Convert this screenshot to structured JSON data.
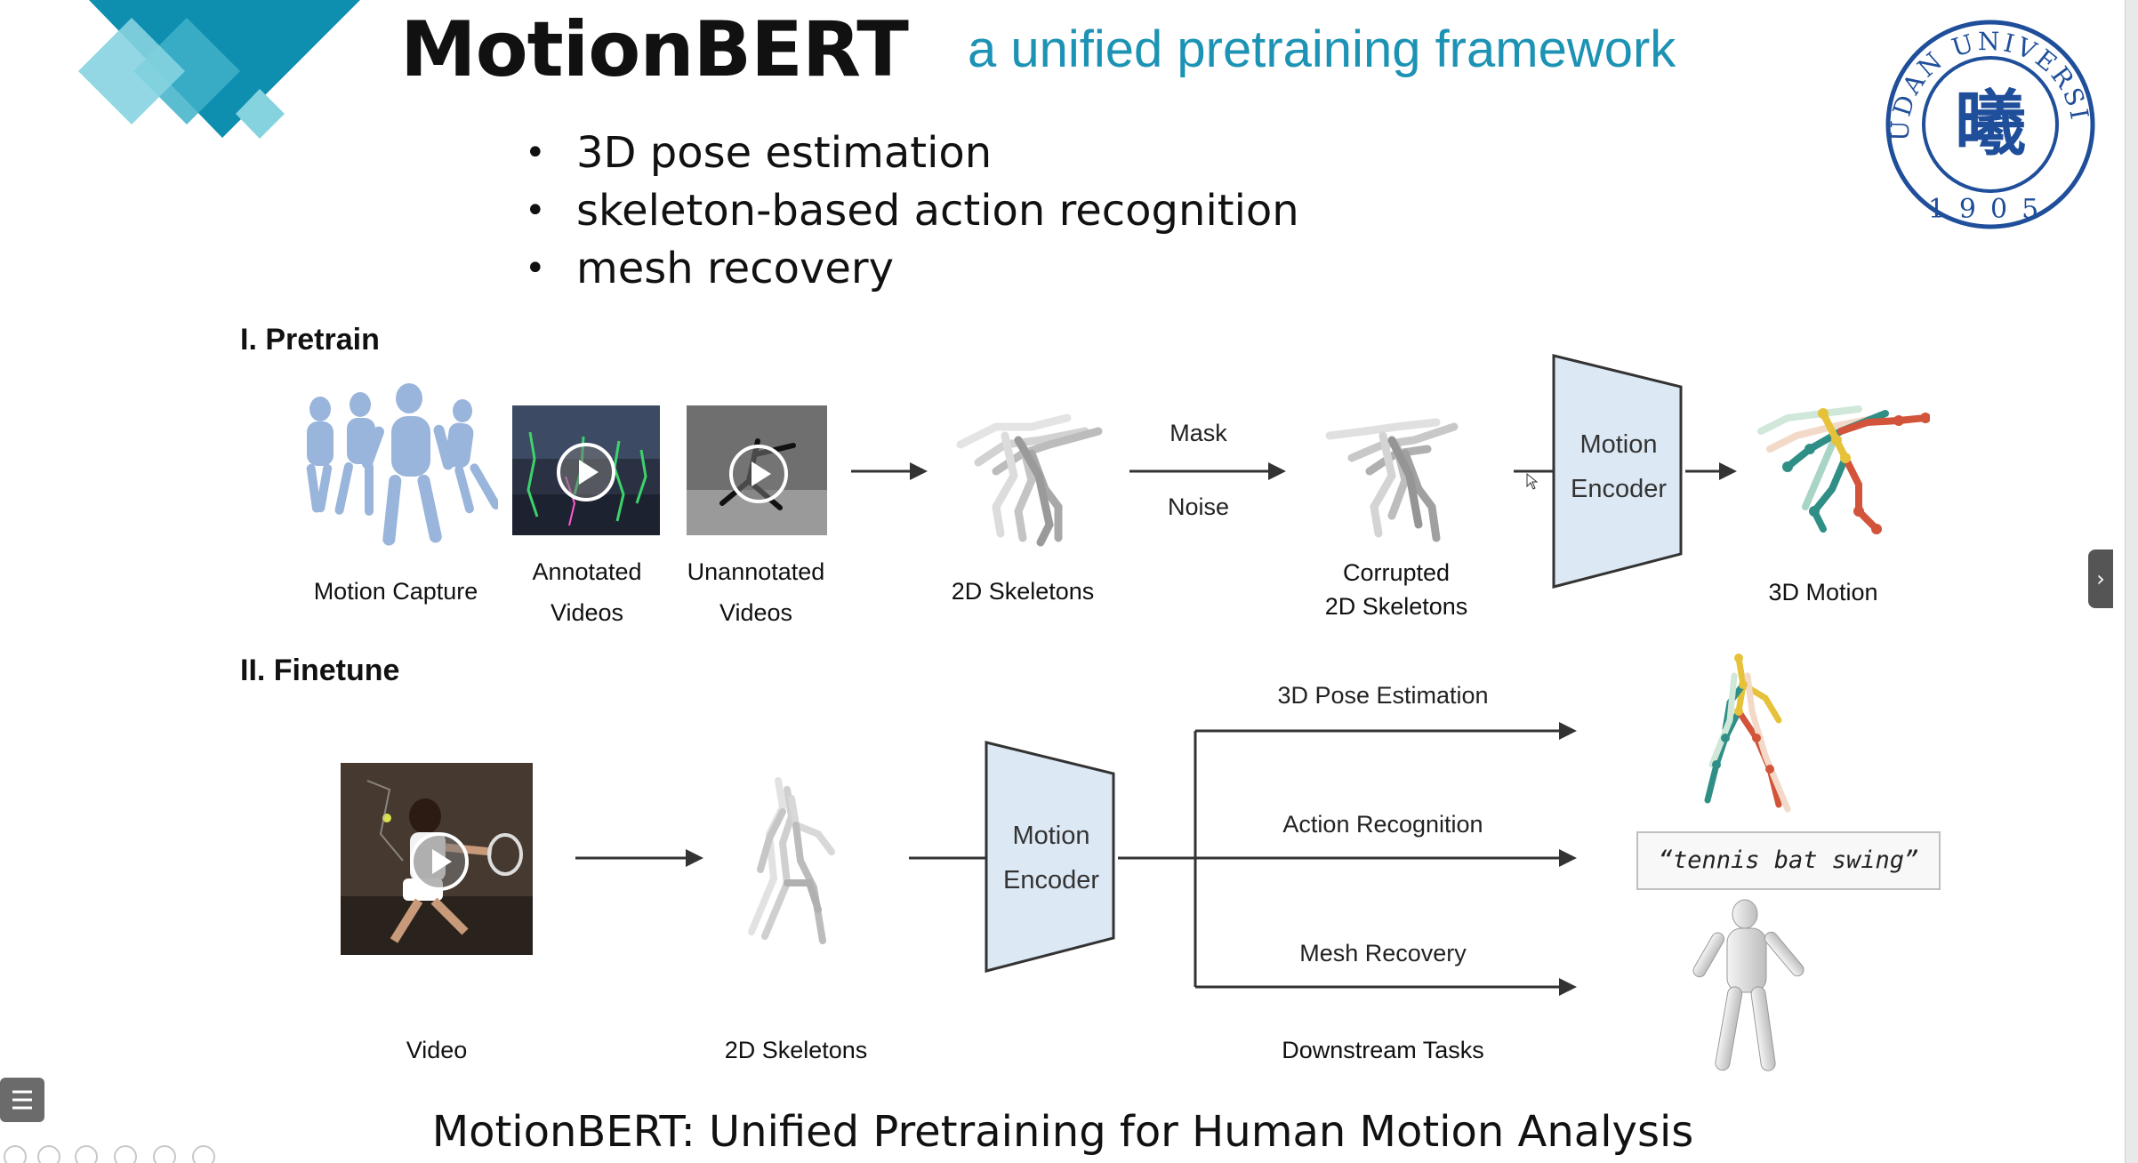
{
  "title": "MotionBERT",
  "subtitle": "a unified pretraining framework",
  "bullets": [
    "3D pose estimation",
    "skeleton-based action recognition",
    "mesh recovery"
  ],
  "logo": {
    "text": "FUDAN UNIVERSITY",
    "year": "1905",
    "char": "曦"
  },
  "pretrain": {
    "heading": "I. Pretrain",
    "motion_capture": "Motion Capture",
    "annotated_line1": "Annotated",
    "annotated_line2": "Videos",
    "unannotated_line1": "Unannotated",
    "unannotated_line2": "Videos",
    "skeletons": "2D Skeletons",
    "mask": "Mask",
    "noise": "Noise",
    "corrupted_line1": "Corrupted",
    "corrupted_line2": "2D Skeletons",
    "encoder_line1": "Motion",
    "encoder_line2": "Encoder",
    "motion3d": "3D Motion"
  },
  "finetune": {
    "heading": "II. Finetune",
    "video": "Video",
    "skeletons": "2D Skeletons",
    "encoder_line1": "Motion",
    "encoder_line2": "Encoder",
    "task_pose": "3D Pose Estimation",
    "task_action": "Action Recognition",
    "task_mesh": "Mesh Recovery",
    "downstream": "Downstream Tasks",
    "quote": "“tennis bat swing”"
  },
  "footer": "MotionBERT: Unified Pretraining for Human Motion Analysis",
  "colors": {
    "accent": "#1c93b4",
    "logo_blue": "#1f4e9a",
    "encoder_fill": "#dce8f4",
    "deco_dark": "#0e8fb0",
    "deco_light": "#7fd0de"
  }
}
